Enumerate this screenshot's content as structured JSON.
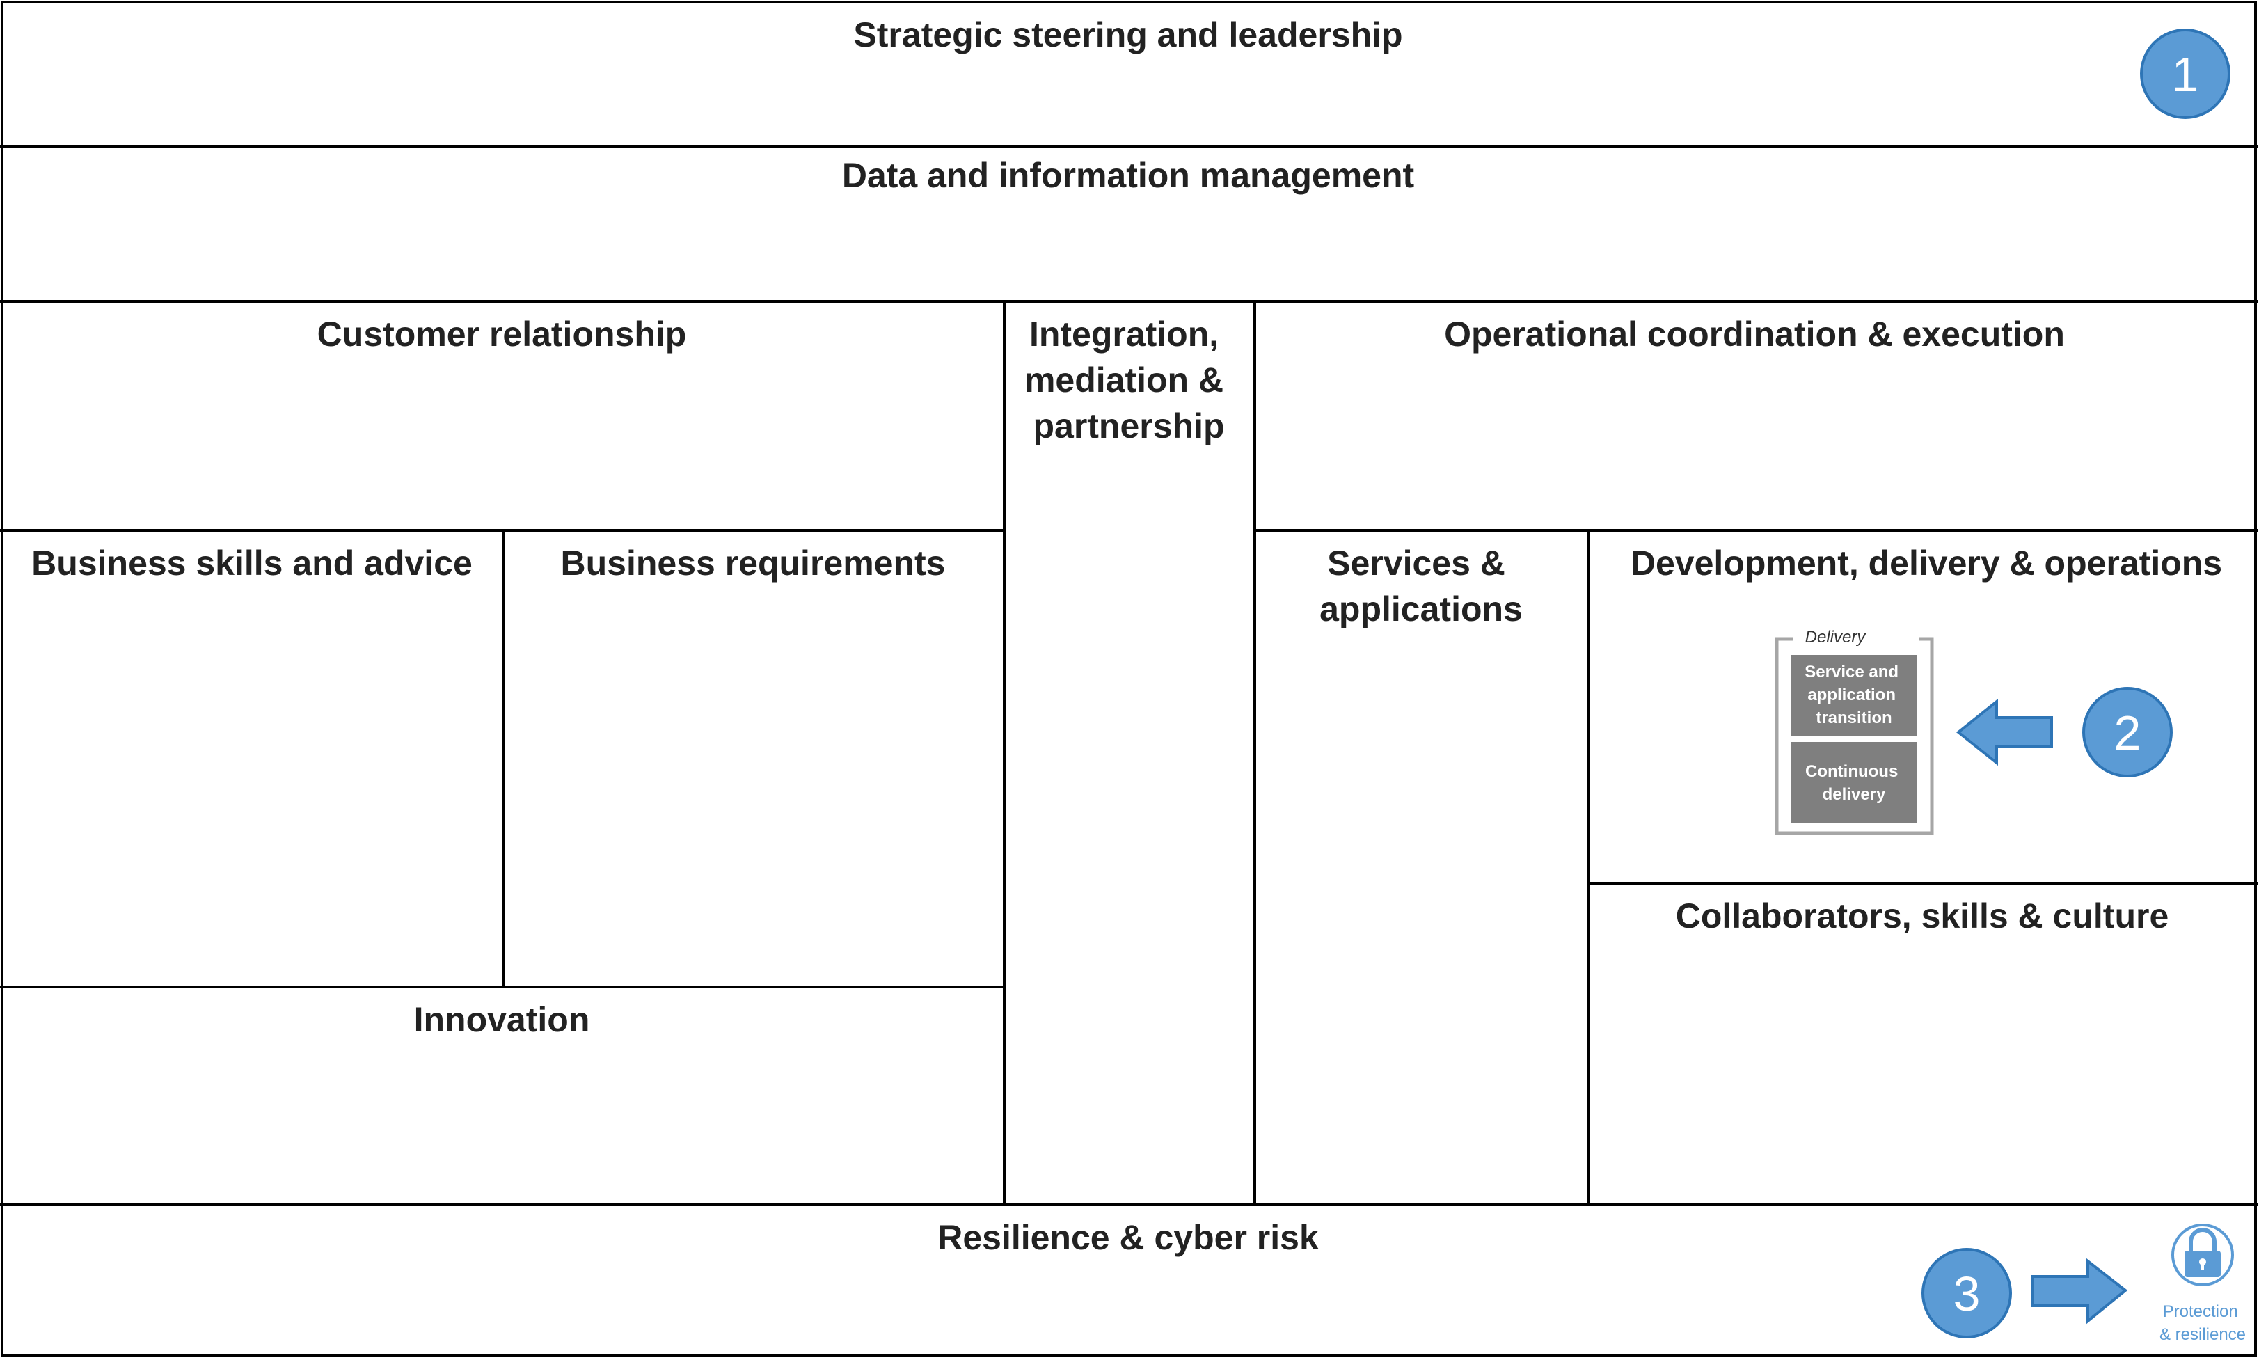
{
  "sections": {
    "strategic": "Strategic steering and leadership",
    "data_info": "Data and information management",
    "customer": "Customer relationship",
    "integration": [
      "Integration,",
      "mediation &",
      "partnership"
    ],
    "operational": "Operational coordination & execution",
    "business_skills": "Business skills and advice",
    "business_req": "Business requirements",
    "services": [
      "Services &",
      "applications"
    ],
    "dev_delivery": "Development, delivery & operations",
    "collaborators": "Collaborators, skills & culture",
    "innovation": "Innovation",
    "resilience": "Resilience & cyber risk"
  },
  "delivery_box": {
    "label": "Delivery",
    "items": [
      [
        "Service and",
        "application",
        "transition"
      ],
      [
        "Continuous",
        "delivery"
      ]
    ]
  },
  "markers": [
    "1",
    "2",
    "3"
  ],
  "protection": {
    "icon": "lock-icon",
    "label": [
      "Protection",
      "& resilience"
    ]
  },
  "colors": {
    "marker_fill": "#5b9bd5",
    "marker_stroke": "#2e75b6",
    "box_fill": "#7f7f7f",
    "accent": "#5b9bd5"
  }
}
